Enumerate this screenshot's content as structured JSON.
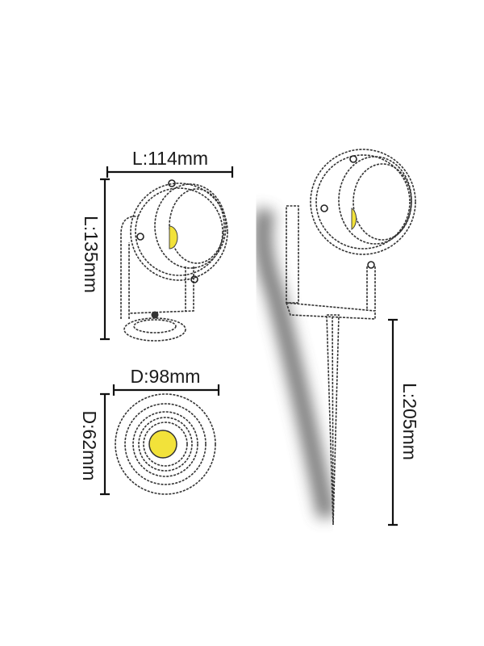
{
  "dimensions": {
    "side_length": "L:114mm",
    "side_height": "L:135mm",
    "front_diameter": "D:98mm",
    "front_depth": "D:62mm",
    "spike_length": "L:205mm"
  },
  "colors": {
    "led": "#f2e23a",
    "line": "#222222",
    "background": "#ffffff"
  }
}
